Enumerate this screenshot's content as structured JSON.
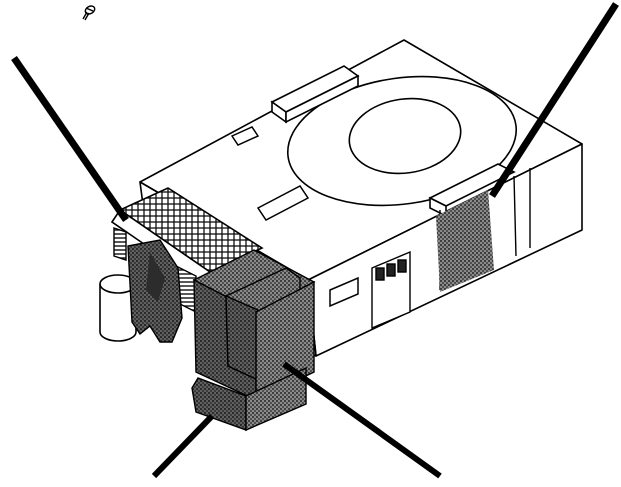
{
  "figure": {
    "kind": "exploded-assembly-line-art",
    "colors": {
      "line": "#000000",
      "paper": "#ffffff",
      "shaded": "#555555",
      "shaded_dark": "#333333",
      "halftone": "#6a6a6a"
    },
    "parts": [
      {
        "name": "housing",
        "style": "outline"
      },
      {
        "name": "circular-disk-outline",
        "style": "outline"
      },
      {
        "name": "top-mounting-tab",
        "style": "outline"
      },
      {
        "name": "side-mounting-tab",
        "style": "outline"
      },
      {
        "name": "front-perforated-grille",
        "style": "cross-hatched"
      },
      {
        "name": "front-left-bracket",
        "style": "shaded"
      },
      {
        "name": "front-latch-block",
        "style": "shaded"
      },
      {
        "name": "side-shaded-panel",
        "style": "halftone"
      },
      {
        "name": "cylinder-component",
        "style": "outline"
      },
      {
        "name": "loose-screw",
        "style": "outline"
      }
    ],
    "pointer_lines": 4
  }
}
